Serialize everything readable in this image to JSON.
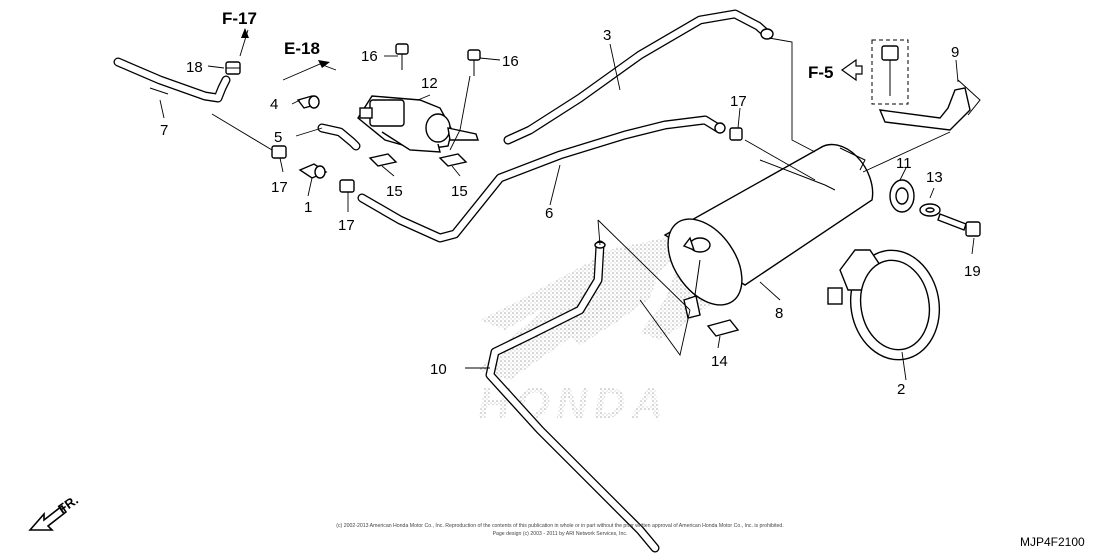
{
  "diagram_code": "MJP4F2100",
  "copyright_line1": "(c) 2002-2013 American Honda Motor Co., Inc. Reproduction of the contents of this publication in whole or in part without the prior written approval of American Honda Motor Co., Inc. is prohibited.",
  "copyright_line2": "Page design (c) 2003 - 2011 by ARI Network Services, Inc.",
  "watermark": "HONDA",
  "direction_label": "FR.",
  "refs": {
    "f17": "F-17",
    "e18": "E-18",
    "f5": "F-5"
  },
  "callouts": {
    "c1": "1",
    "c2": "2",
    "c3": "3",
    "c4": "4",
    "c5": "5",
    "c6": "6",
    "c7": "7",
    "c8": "8",
    "c9": "9",
    "c10": "10",
    "c11": "11",
    "c12": "12",
    "c13": "13",
    "c14": "14",
    "c15a": "15",
    "c15b": "15",
    "c16a": "16",
    "c16b": "16",
    "c17a": "17",
    "c17b": "17",
    "c17c": "17",
    "c18": "18",
    "c19": "19"
  }
}
